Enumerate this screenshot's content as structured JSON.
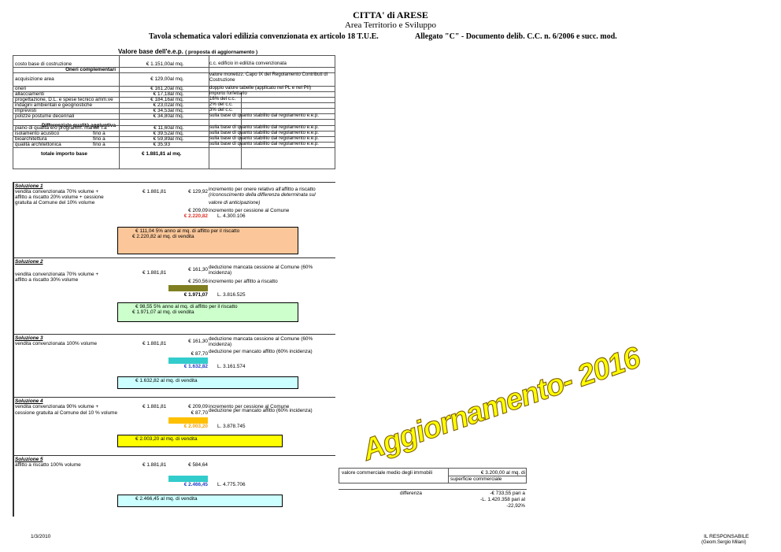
{
  "header": {
    "city": "CITTA'  di  ARESE",
    "area": "Area Territorio e Sviluppo",
    "subtitle": "Tavola schematica valori edilizia convenzionata ex articolo 18 T.U.E.",
    "allegato": "Allegato \"C\" -  Documento  delib. C.C. n. 6/2006 e succ. mod."
  },
  "base_table": {
    "title": "Valore base dell'e.e.p.",
    "title_note": "( proposta di aggiornamento )",
    "rows": [
      {
        "label": "costo base di costruzione",
        "value": "€ 1.151,00",
        "unit": "al mq.",
        "note": "c.c. edificio in edilizia convenzionata"
      },
      {
        "label": "Oneri complementari",
        "value": "",
        "unit": "",
        "note": ""
      },
      {
        "label": "acquisizione area",
        "value": "€ 129,00",
        "unit": "al mq.",
        "note": "valore monetizz. Capo IX del Regolamento Contributi di  Costruzione"
      },
      {
        "label": "oneri",
        "value": "€ 161,20",
        "unit": "al mq.",
        "note": "doppio valore tabelle (applicato nei PL e nei PII)"
      },
      {
        "label": "allacciamenti",
        "value": "€ 17,18",
        "unit": "al mq.",
        "note": "importo forfettario"
      },
      {
        "label": "progettazione, D.L. e spese tecnico amm.ve",
        "value": "€ 184,16",
        "unit": "al mq.",
        "note": "16% del c.c."
      },
      {
        "label": "indagini ambientali e geognostiche",
        "value": "€ 23,02",
        "unit": "al mq.",
        "note": "2% del c.c."
      },
      {
        "label": "imprevisti",
        "value": "€ 34,53",
        "unit": "al mq.",
        "note": "3% del c.c."
      },
      {
        "label": "polizze postume decennali",
        "value": "€ 34,80",
        "unit": "al mq.",
        "note": "sulla base di quanto stabilito dal regolamento e.e.p."
      },
      {
        "label": "Differenziale qualità aggiuntiva",
        "value": "",
        "unit": "",
        "note": ""
      },
      {
        "label": "piano di qualità e/o programm. manut.  f.a",
        "value": "€ 11,60",
        "unit": "al mq.",
        "note": "sulla base di quanto stabilito dal regolamento e.e.p."
      },
      {
        "label": "isolamento acustico",
        "label2": "fino a",
        "value": "€ 39,52",
        "unit": "al mq.",
        "note": "sulla base di quanto stabilito dal regolamento e.e.p."
      },
      {
        "label": "bioarchitettura",
        "label2": "fino a",
        "value": "€ 59,89",
        "unit": "al mq.",
        "note": "sulla base di quanto stabilito dal regolamento e.e.p."
      },
      {
        "label": "qualità architettonica",
        "label2": "fino a",
        "value": "€ 35,93",
        "unit": "",
        "note": "sulla base di quanto stabilito dal regolamento e.e.p."
      },
      {
        "label": "totale importo base",
        "value": "€ 1.881,81 al mq.",
        "unit": "",
        "note": ""
      }
    ]
  },
  "solutions": [
    {
      "title": "Soluzione 1",
      "desc": [
        "vendita convenzionata 70% volume +",
        "affitto a riscatto 20% volume + cessione",
        "gratuita al Comune del 10% volume"
      ],
      "base": "€ 1.881,81",
      "lines": [
        {
          "amount": "€ 129,92",
          "text": "incremento per onere relativo all'affitto a riscatto"
        },
        {
          "amount": "",
          "text": "(riconoscimento della differenza determinata sul"
        },
        {
          "amount": "",
          "text": "valore di anticipazione)"
        },
        {
          "amount": "€ 209,09",
          "text": "incremento per cessione al Comune"
        }
      ],
      "total": "€ 2.220,82",
      "lire": "L. 4.300.106",
      "summary": [
        "€ 111,04 5% anno al mq. di affitto per il riscatto",
        "€ 2.220,82 al mq. di vendita"
      ],
      "color": "#fbc79a",
      "total_color": "#e0332a"
    },
    {
      "title": "Soluzione 2",
      "desc": [
        "vendita convenzionata 70% volume +",
        "affitto a riscatto 30% volume"
      ],
      "base": "€ 1.881,81",
      "lines": [
        {
          "amount": "€ 161,30",
          "text": "deduzione mancata cessione al Comune (60% incidenza)"
        },
        {
          "amount": "€ 250,56",
          "text": "incremento per affitto a riscatto"
        }
      ],
      "total": "€ 1.971,07",
      "lire": "L. 3.816.525",
      "summary": [
        "€ 98,55 5% anno al mq. di affitto per il riscatto",
        "€ 1.971,07 al mq. di vendita"
      ],
      "color": "#ccffcc",
      "bar_color": "#7f7f22",
      "total_color": "#000000"
    },
    {
      "title": "Soluzione 3",
      "desc": [
        "vendita convenzionata 100% volume"
      ],
      "base": "€ 1.881,81",
      "lines": [
        {
          "amount": "€ 161,30",
          "text": "deduzione mancata cessione al Comune (60% incidenza)"
        },
        {
          "amount": "€ 87,70",
          "text": "deduzione per mancato affitto (60% incidenza)"
        }
      ],
      "total": "€ 1.632,82",
      "lire": "L. 3.161.574",
      "summary": [
        "€ 1.632,82 al mq. di vendita"
      ],
      "color": "#ccffff",
      "bar_color": "#33cccc",
      "total_color": "#1f3fc8"
    },
    {
      "title": "Soluzione 4",
      "desc": [
        "vendita convenzionata 90% volume +",
        "cessione gratuita al Comune del 10 % volume"
      ],
      "base": "€ 1.881,81",
      "lines": [
        {
          "amount": "€ 209,09",
          "text": "incremento per cessione al Comune"
        },
        {
          "amount": "€ 87,70",
          "text": "deduzione per mancato affitto (60% incidenza)"
        }
      ],
      "total": "€ 2.003,20",
      "lire": "L. 3.878.745",
      "summary": [
        "€ 2.003,20 al mq. di vendita"
      ],
      "color": "#ffff00",
      "bar_color": "#ffc000",
      "total_color": "#f0a000"
    },
    {
      "title": "Soluzione 5",
      "desc": [
        "affitto a riscatto 100% volume"
      ],
      "base": "€ 1.881,81",
      "lines": [
        {
          "amount": "€ 584,64",
          "text": ""
        }
      ],
      "total": "€ 2.466,45",
      "lire": "L. 4.775.706",
      "summary": [
        "€ 2.466,45 al mq. di vendita"
      ],
      "color": "#ccffff",
      "bar_color": "#33cccc",
      "total_color": "#1f3fc8"
    }
  ],
  "market": {
    "label": "valore commerciale medio degli immobili",
    "value": "€ 3.200,00 al mq. di",
    "value2": "superficie commerciale",
    "diff_label": "differenza",
    "diff1": "-€ 733,55 pari a",
    "diff2": "-L. 1.420.358 pari al",
    "diff3": "-22,92%"
  },
  "stamp": {
    "text": "Aggiornamento- 2016",
    "color": "#ffff00"
  },
  "footer": {
    "date": "1/3/2010",
    "signature": "IL  RESPONSABILE",
    "signature_name": "(Geom.Sergio Milani)"
  }
}
